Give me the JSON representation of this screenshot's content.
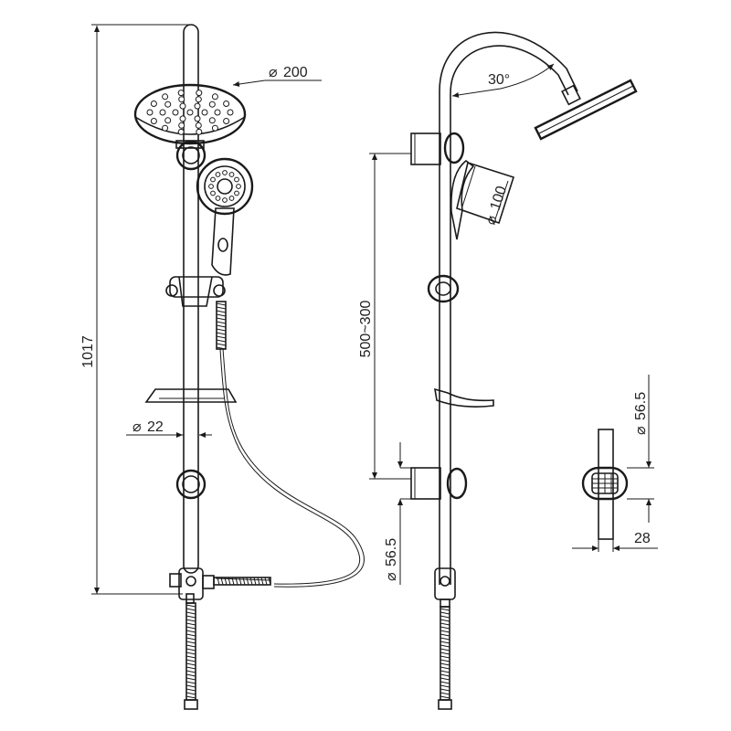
{
  "colors": {
    "line": "#1a1a1a",
    "background": "#ffffff",
    "fill": "#ffffff"
  },
  "dimensions": {
    "overall_height": "1017",
    "overhead_diameter": "200",
    "rail_diameter": "22",
    "arm_angle": "30°",
    "hand_shower_diameter": "100",
    "bracket_spacing": "500~300",
    "bracket_diameter_side": "56.5",
    "bracket_diameter_detail": "56.5",
    "bracket_depth": "28"
  }
}
